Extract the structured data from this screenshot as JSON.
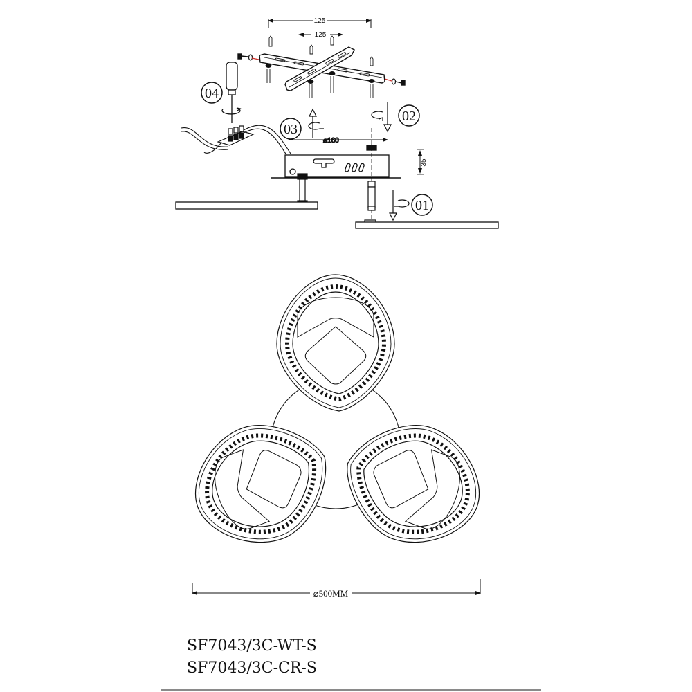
{
  "diagram": {
    "type": "installation-drawing",
    "subject": "3-head LED ceiling lamp",
    "mounting_bracket": {
      "dim_outer": "125",
      "dim_inner": "125"
    },
    "base": {
      "diameter_label": "⌀160",
      "height_label": "35"
    },
    "steps": [
      {
        "id": "01",
        "label": "01"
      },
      {
        "id": "02",
        "label": "02"
      },
      {
        "id": "03",
        "label": "03"
      },
      {
        "id": "04",
        "label": "04"
      }
    ],
    "overall_dimension": "⌀500MM",
    "models": [
      "SF7043/3C-WT-S",
      "SF7043/3C-CR-S"
    ],
    "colors": {
      "line": "#111111",
      "screw_accent": "#d0302a",
      "background": "#ffffff",
      "bottom_rule": "#8a8a8a"
    }
  }
}
